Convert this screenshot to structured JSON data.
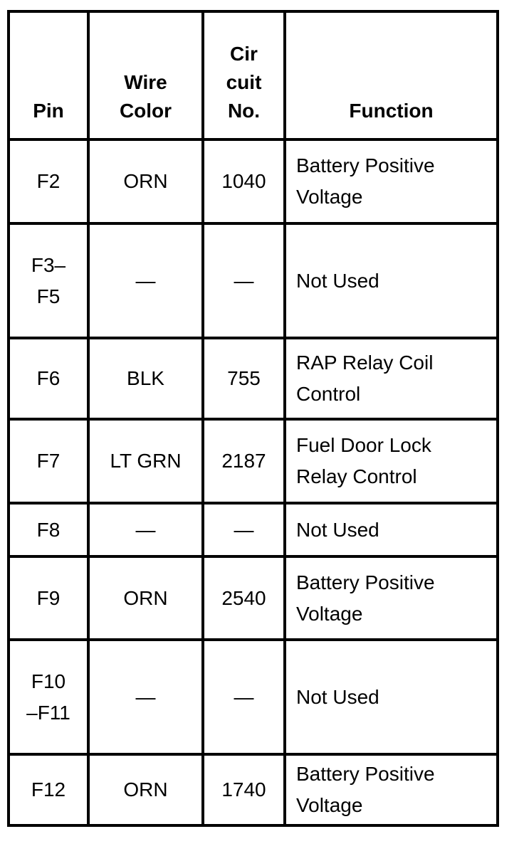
{
  "table": {
    "name": "fuse-pinout-table",
    "colors": {
      "border": "#000000",
      "text": "#000000",
      "background": "#ffffff"
    },
    "header": {
      "columns": [
        {
          "id": "pin",
          "label_lines": [
            "Pin"
          ]
        },
        {
          "id": "wire-color",
          "label_lines": [
            "Wire",
            "Color"
          ]
        },
        {
          "id": "circuit-no",
          "label_lines": [
            "Cir",
            "cuit",
            "No."
          ]
        },
        {
          "id": "function",
          "label_lines": [
            "Function"
          ]
        }
      ]
    },
    "rows": [
      {
        "pin_lines": [
          "F2"
        ],
        "wire_color": "ORN",
        "circuit_no": "1040",
        "function": "Battery Positive Voltage"
      },
      {
        "pin_lines": [
          "F3–",
          "F5"
        ],
        "wire_color": "—",
        "circuit_no": "—",
        "function": "Not Used"
      },
      {
        "pin_lines": [
          "F6"
        ],
        "wire_color": "BLK",
        "circuit_no": "755",
        "function": "RAP Relay Coil Control"
      },
      {
        "pin_lines": [
          "F7"
        ],
        "wire_color": "LT GRN",
        "circuit_no": "2187",
        "function": "Fuel Door Lock Relay Control"
      },
      {
        "pin_lines": [
          "F8"
        ],
        "wire_color": "—",
        "circuit_no": "—",
        "function": "Not Used"
      },
      {
        "pin_lines": [
          "F9"
        ],
        "wire_color": "ORN",
        "circuit_no": "2540",
        "function": "Battery Positive Voltage"
      },
      {
        "pin_lines": [
          "F10",
          "–F11"
        ],
        "wire_color": "—",
        "circuit_no": "—",
        "function": "Not Used"
      },
      {
        "pin_lines": [
          "F12"
        ],
        "wire_color": "ORN",
        "circuit_no": "1740",
        "function": "Battery Positive Voltage"
      }
    ]
  }
}
